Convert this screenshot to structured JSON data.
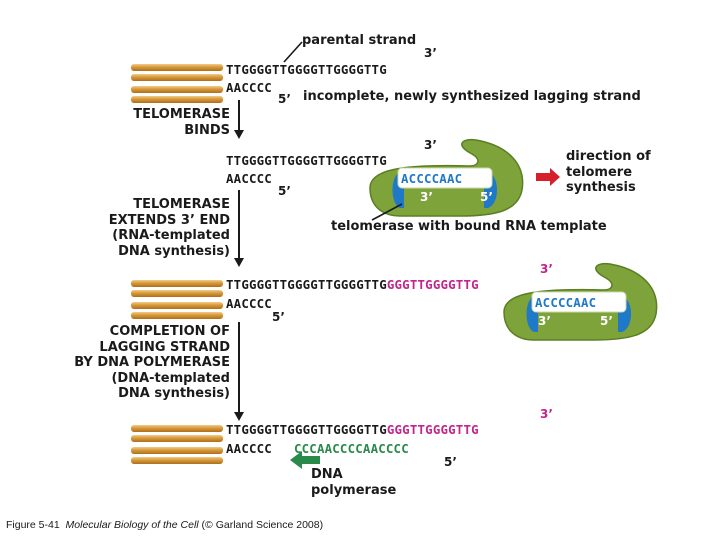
{
  "labels": {
    "parental_strand": "parental strand",
    "lagging_strand": "incomplete, newly synthesized lagging strand",
    "direction": [
      "direction of",
      "telomere",
      "synthesis"
    ],
    "telomerase_template": "telomerase with bound RNA template",
    "dna_polymerase": [
      "DNA",
      "polymerase"
    ]
  },
  "steps": {
    "binds": [
      "TELOMERASE",
      "BINDS"
    ],
    "extends": [
      "TELOMERASE",
      "EXTENDS 3’ END",
      "(RNA-templated",
      "DNA synthesis)"
    ],
    "completion": [
      "COMPLETION OF",
      "LAGGING STRAND",
      "BY DNA POLYMERASE",
      "(DNA-templated",
      "DNA synthesis)"
    ]
  },
  "sequences": {
    "s1_top": "TTGGGGTTGGGGTTGGGGTTG",
    "s1_bottom": "AACCCC",
    "s2_top": "TTGGGGTTGGGGTTGGGGTTG",
    "s2_bottom": "AACCCC",
    "rna_template": "ACCCCAAC",
    "s3_top_black": "TTGGGGTTGGGGTTGGGGTTG",
    "s3_top_pink": "GGGTTGGGGTTG",
    "s3_bottom": "AACCCC",
    "s4_top_black": "TTGGGGTTGGGGTTGGGGTTG",
    "s4_top_pink": "GGGTTGGGGTTG",
    "s4_bottom_black": "AACCCC",
    "s4_bottom_green": "CCCAACCCCAACCCC"
  },
  "ends": {
    "three_prime": "3’",
    "five_prime": "5’"
  },
  "caption": {
    "figure": "Figure 5-41",
    "book": "Molecular Biology of the Cell",
    "publisher": "(© Garland Science 2008)"
  },
  "colors": {
    "added_dna": "#c2258b",
    "rna": "#1f78c8",
    "new_dna": "#2a8a4a",
    "telomerase": "#7ea33a",
    "direction_arrow": "#d6202a",
    "polymerase_arrow": "#2a8a4a"
  }
}
